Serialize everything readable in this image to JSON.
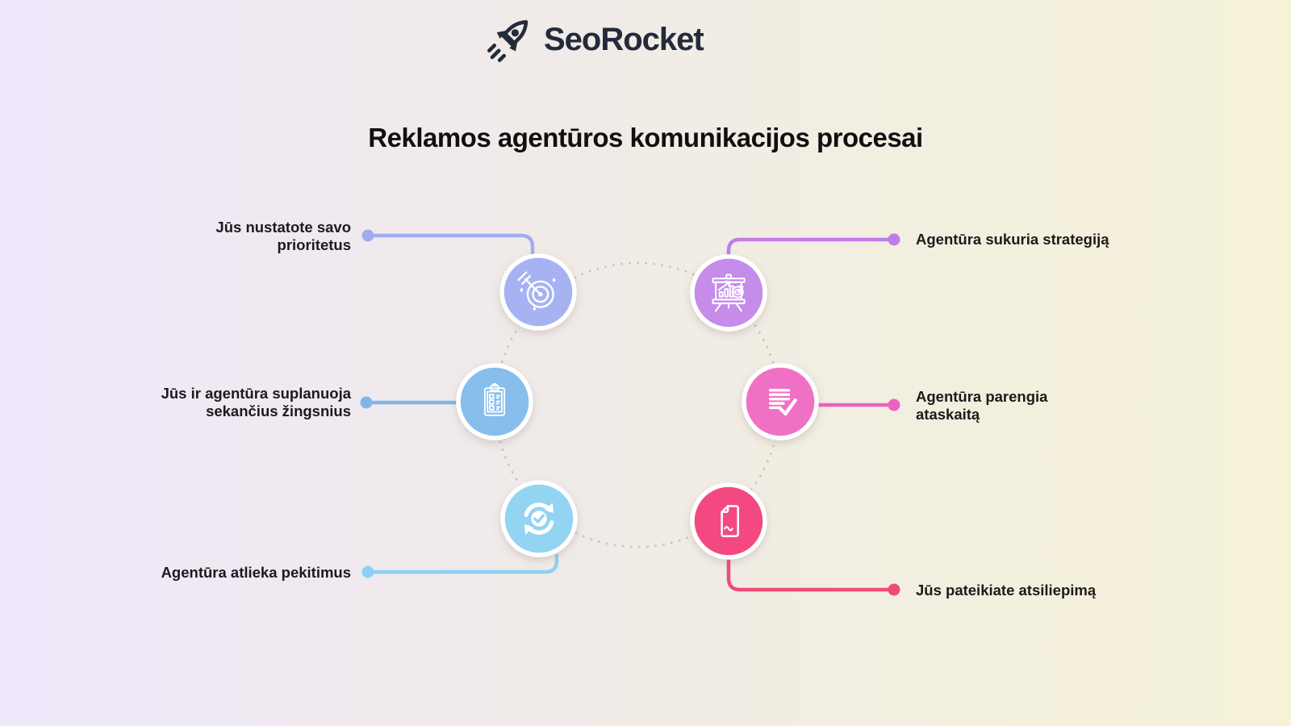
{
  "logo": {
    "text": "SeoRocket",
    "color": "#232b3b",
    "icon": "rocket-icon"
  },
  "title": "Reklamos agentūros komunikacijos procesai",
  "background": {
    "left": "#efe8fb",
    "middle": "#f0eae9",
    "right": "#f5f2d8"
  },
  "dotted_circle_color": "#cbc4be",
  "text_color": "#1b1b1b",
  "steps": [
    {
      "label": "Jūs nustatote savo prioritetus",
      "side": "left",
      "color": "#a7b2f2",
      "line_color": "#9fadf0",
      "icon": "target-arrow-icon"
    },
    {
      "label": "Agentūra sukuria strategiją",
      "side": "right",
      "color": "#c58ce9",
      "line_color": "#bf7de7",
      "icon": "presentation-chart-icon"
    },
    {
      "label": "Jūs ir agentūra suplanuoja sekančius žingsnius",
      "side": "left",
      "color": "#87beec",
      "line_color": "#7eb6e9",
      "icon": "clipboard-checklist-icon"
    },
    {
      "label": "Agentūra parengia ataskaitą",
      "side": "right",
      "color": "#f06fc5",
      "line_color": "#ee60c0",
      "icon": "report-check-icon"
    },
    {
      "label": "Agentūra atlieka pekitimus",
      "side": "left",
      "color": "#92d4f2",
      "line_color": "#8cd1f1",
      "icon": "sync-check-icon"
    },
    {
      "label": "Jūs pateikiate atsiliepimą",
      "side": "right",
      "color": "#f34a80",
      "line_color": "#ef4b79",
      "icon": "document-feedback-icon"
    }
  ]
}
